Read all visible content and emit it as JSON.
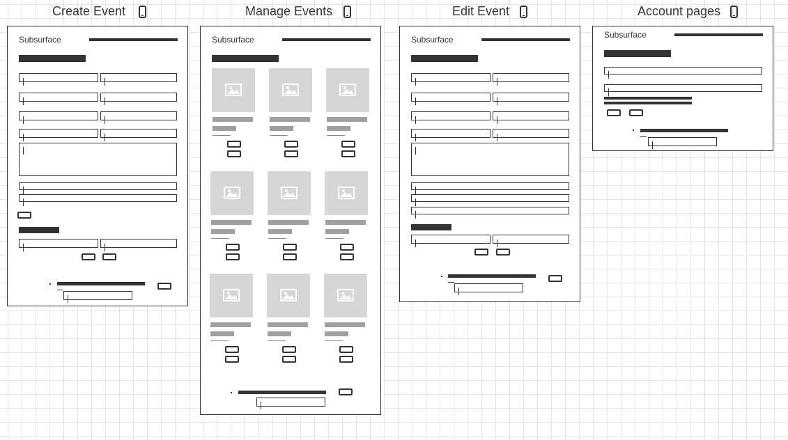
{
  "screens": {
    "create": {
      "title": "Create Event",
      "brand": "Subsurface",
      "device": "phone-icon"
    },
    "manage": {
      "title": "Manage Events",
      "brand": "Subsurface",
      "device": "phone-icon"
    },
    "edit": {
      "title": "Edit Event",
      "brand": "Subsurface",
      "device": "phone-icon"
    },
    "account": {
      "title": "Account pages",
      "brand": "Subsurface",
      "device": "phone-icon"
    }
  },
  "icons": {
    "image_placeholder": "image-icon",
    "device": "phone-icon"
  },
  "colors": {
    "ink": "#333333",
    "placeholder_fill": "#d6d6d6",
    "text_placeholder": "#a0a0a0",
    "grid": "#e4e4e4"
  }
}
